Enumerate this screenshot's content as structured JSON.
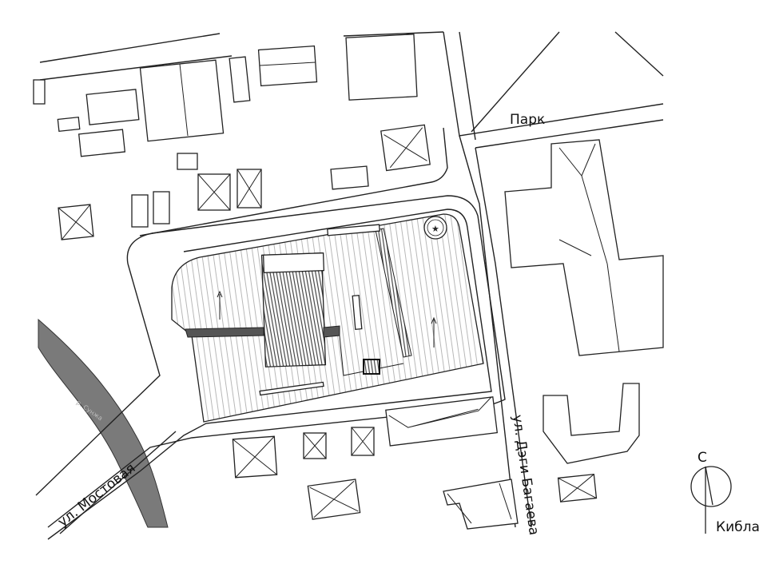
{
  "labels": {
    "park": "Парк",
    "street_mostovaya": "ул. Мостовая",
    "street_dagi_bagaeva": "ул. Дэги Багаева",
    "river": "р. Сунжа"
  },
  "compass": {
    "north_letter": "С",
    "qibla_label": "Кибла"
  }
}
